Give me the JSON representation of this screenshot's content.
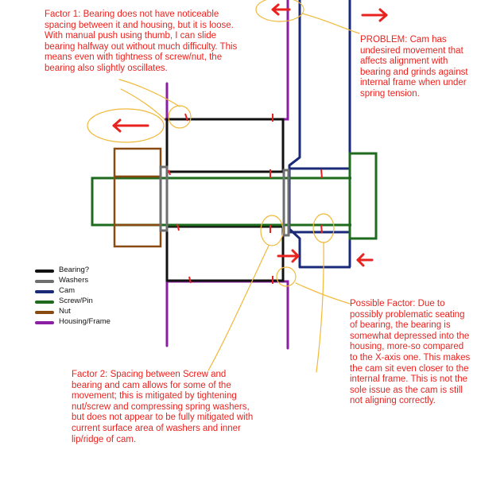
{
  "colors": {
    "bearing": "#111111",
    "washers": "#6e6e6e",
    "cam": "#1b2a78",
    "screw": "#1e6b1e",
    "nut": "#8a4b12",
    "housing": "#8a1fa3",
    "annotation": "#e8231f",
    "sketch": "#f0b93a"
  },
  "notes": {
    "factor1": "Factor 1: Bearing does not have noticeable spacing between it and housing, but it is loose.  With manual push using thumb, I can slide bearing halfway out without much difficulty.  This means even with tightness of screw/nut, the bearing also slightly oscillates.",
    "problem": "PROBLEM: Cam has undesired movement that affects alignment with bearing and grinds against internal frame when under spring tension.",
    "possible": "Possible Factor: Due to possibly problematic seating of bearing, the bearing is somewhat depressed into the housing, more-so compared to the X-axis one. This makes the cam sit even closer to the internal frame.  This is not the sole issue as the cam is still not aligning correctly.",
    "factor2": "Factor 2: Spacing between Screw and bearing and cam allows for some of the movement; this is mitigated by tightening nut/screw and compressing spring washers, but does not appear to be fully mitigated with current surface area of washers and inner lip/ridge of cam."
  },
  "legend": [
    {
      "label": "Bearing?",
      "color": "#111111"
    },
    {
      "label": "Washers",
      "color": "#6e6e6e"
    },
    {
      "label": "Cam",
      "color": "#1b2a78"
    },
    {
      "label": "Screw/Pin",
      "color": "#1e6b1e"
    },
    {
      "label": "Nut",
      "color": "#8a4b12"
    },
    {
      "label": "Housing/Frame",
      "color": "#8a1fa3"
    }
  ]
}
